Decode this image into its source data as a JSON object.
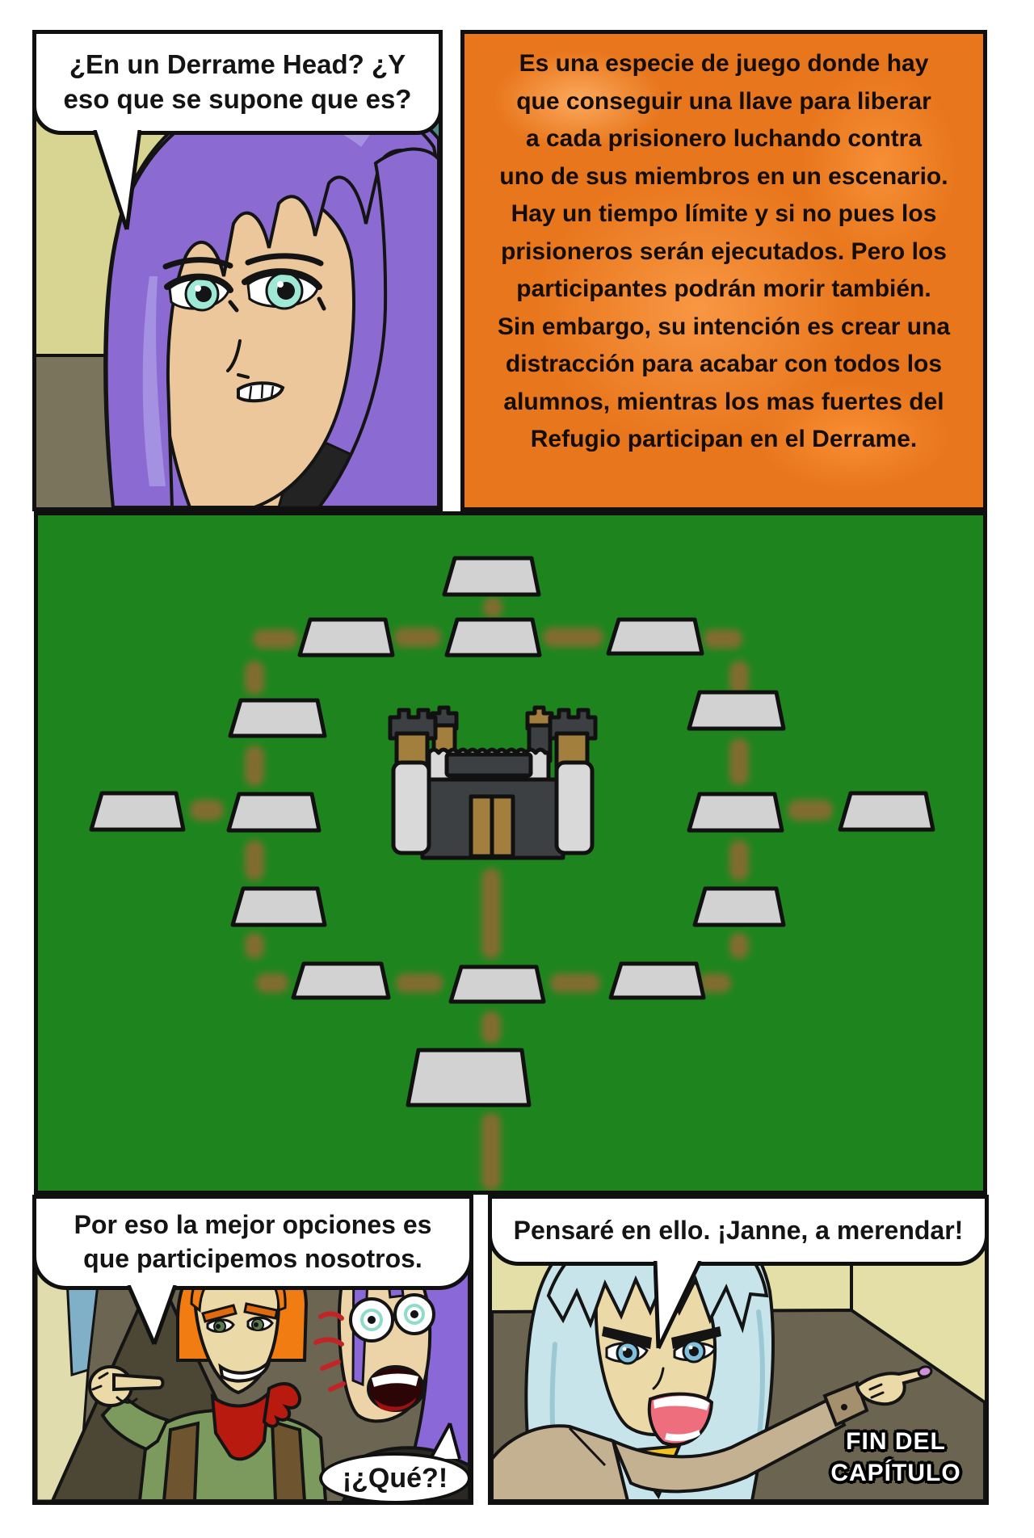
{
  "panel_top_left": {
    "speech": "¿En un Derrame Head? ¿Y\neso que se supone que es?",
    "character": "purple-haired-girl"
  },
  "panel_top_right": {
    "narration": "Es una especie de juego donde hay\nque conseguir una llave para liberar\na cada prisionero luchando contra\nuno de sus miembros en un escenario.\nHay un tiempo límite y si no pues los\nprisioneros serán ejecutados. Pero los\nparticipantes podrán morir también.\nSin embargo, su intención es crear una\ndistracción para acabar con todos los\nalumnos, mientras los mas fuertes del\nRefugio participan en el Derrame."
  },
  "panel_map": {
    "scene": "arena-map-castle-with-platform-ring"
  },
  "panel_bottom_left": {
    "speech": "Por eso la mejor opciones es\nque participemos nosotros.",
    "reaction": "¡¿Qué?!",
    "characters": "orange-haired-boy-and-purple-haired-girl"
  },
  "panel_bottom_right": {
    "speech": "Pensaré en ello. ¡Janne, a merendar!",
    "caption": "FIN DEL\nCAPÍTULO",
    "character": "light-blue-haired-person-pointing"
  },
  "colors": {
    "map_green": "#1e851e",
    "path_tan": "#8a6a33",
    "platform_gray": "#d2d2d2",
    "panel_orange": "#e8761c",
    "castle_dark": "#3d4043",
    "castle_light": "#d9d9d9",
    "castle_tan": "#a37f3d"
  }
}
